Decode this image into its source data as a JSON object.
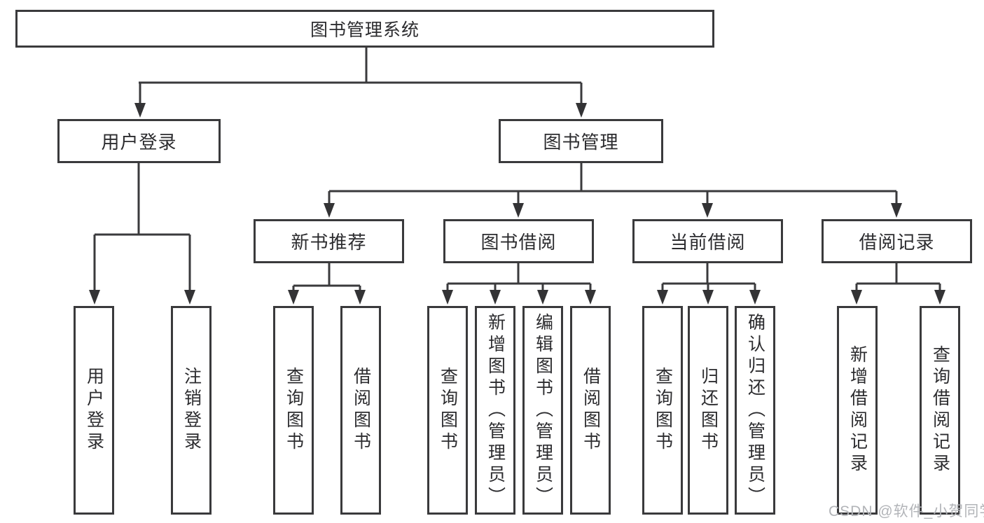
{
  "tree": {
    "root": {
      "label": "图书管理系统"
    },
    "branches": {
      "user_login": {
        "label": "用户登录",
        "children": [
          "用户登录",
          "注销登录"
        ]
      },
      "book_management": {
        "label": "图书管理",
        "sections": {
          "new_book_recommend": {
            "label": "新书推荐",
            "children": [
              "查询图书",
              "借阅图书"
            ]
          },
          "book_borrowing": {
            "label": "图书借阅",
            "children": [
              "查询图书",
              "新增图书（管理员）",
              "编辑图书（管理员）",
              "借阅图书"
            ]
          },
          "current_borrowing": {
            "label": "当前借阅",
            "children": [
              "查询图书",
              "归还图书",
              "确认归还（管理员）"
            ]
          },
          "borrowing_records": {
            "label": "借阅记录",
            "children": [
              "新增借阅记录",
              "查询借阅记录"
            ]
          }
        }
      }
    }
  },
  "watermark": "CSDN @软件_小贺同学",
  "colors": {
    "line": "#3a3a3c",
    "text": "#2c2c2f",
    "box_background": "#ffffff",
    "watermark": "#b2b4b8",
    "background": "#ffffff"
  }
}
